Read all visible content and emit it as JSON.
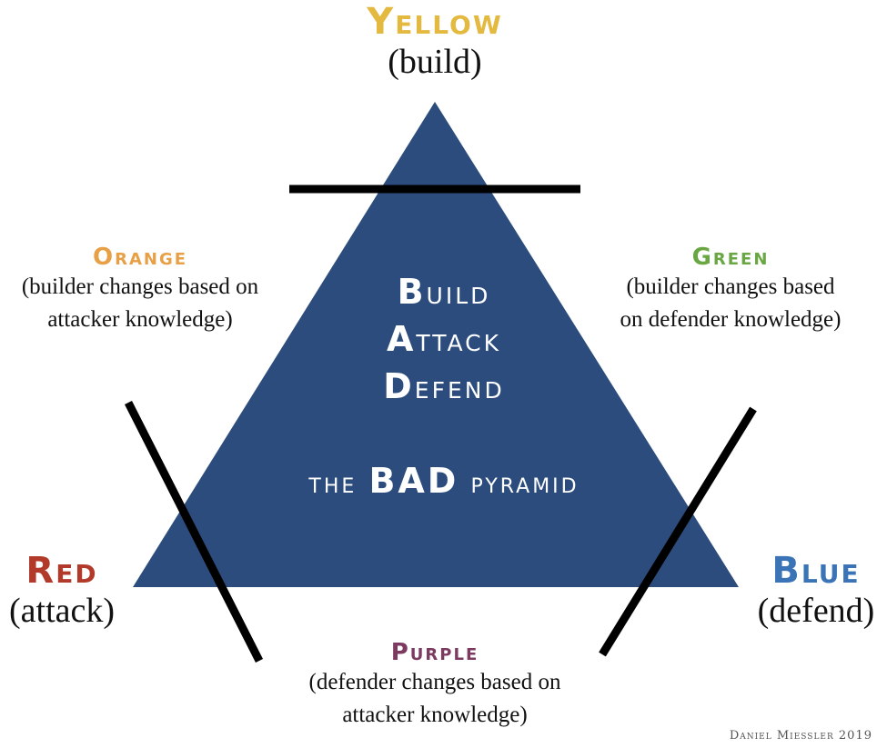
{
  "colors": {
    "yellow": "#e3b93f",
    "orange": "#e8a046",
    "green": "#6aa744",
    "red": "#b23a2b",
    "blue": "#3a74b6",
    "purple": "#7c3a61",
    "pyramid": "#2b4c7d",
    "bars": "#000000"
  },
  "top": {
    "title": "Yellow",
    "subtitle": "(build)"
  },
  "left": {
    "title": "Red",
    "subtitle": "(attack)"
  },
  "right": {
    "title": "Blue",
    "subtitle": "(defend)"
  },
  "orange": {
    "title": "Orange",
    "line1": "(builder changes based on",
    "line2": "attacker knowledge)"
  },
  "green": {
    "title": "Green",
    "line1": "(builder changes based",
    "line2": "on defender knowledge)"
  },
  "purple": {
    "title": "Purple",
    "line1": "(defender changes based on",
    "line2": "attacker knowledge)"
  },
  "pyramid": {
    "words": [
      {
        "initial": "B",
        "rest": "uild"
      },
      {
        "initial": "A",
        "rest": "ttack"
      },
      {
        "initial": "D",
        "rest": "efend"
      }
    ],
    "caption_pre": "the ",
    "caption_bold": "BAD",
    "caption_post": " pyramid"
  },
  "credit": "Daniel Miessler 2019"
}
